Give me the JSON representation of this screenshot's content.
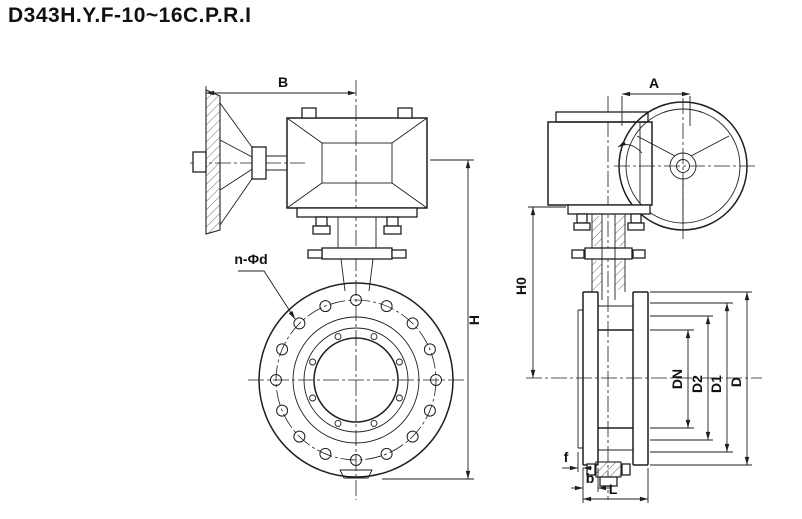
{
  "title": "D343H.Y.F-10~16C.P.R.I",
  "front_view": {
    "dim_b_label": "B",
    "dim_h_label": "H",
    "bolt_callout": "n-Φd"
  },
  "side_view": {
    "dim_a_label": "A",
    "dim_h0_label": "H0",
    "dim_dn_label": "DN",
    "dim_d2_label": "D2",
    "dim_d1_label": "D1",
    "dim_d_label": "D",
    "dim_f_label": "f",
    "dim_b_label": "b",
    "dim_l_label": "L"
  },
  "colors": {
    "line": "#1f1f1f",
    "background": "#ffffff"
  }
}
